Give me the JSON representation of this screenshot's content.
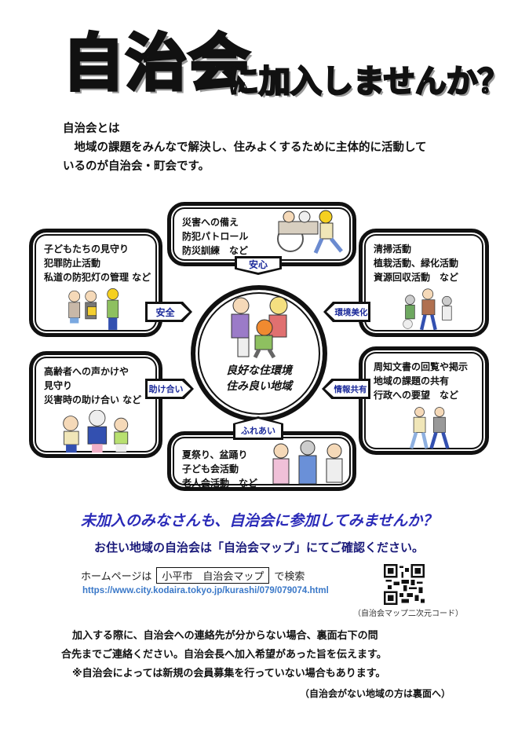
{
  "title": {
    "main": "自治会",
    "sub": "に加入しませんか？"
  },
  "intro": {
    "heading": "自治会とは",
    "line1": "　地域の課題をみんなで解決し、住みよくするために主体的に活動して",
    "line2": "いるのが自治会・町会です。"
  },
  "diagram": {
    "center": {
      "line1": "良好な住環境",
      "line2": "住み良い地域"
    },
    "boxes": {
      "anshin": {
        "tag": "安心",
        "lines": [
          "災害への備え",
          "防犯パトロール",
          "防災訓練　など"
        ]
      },
      "anzen": {
        "tag": "安全",
        "lines": [
          "子どもたちの見守り",
          "犯罪防止活動",
          "私道の防犯灯の管理 など"
        ]
      },
      "kankyo": {
        "tag": "環境美化",
        "lines": [
          "清掃活動",
          "植栽活動、緑化活動",
          "資源回収活動　など"
        ]
      },
      "tasukeai": {
        "tag": "助け合い",
        "lines": [
          "高齢者への声かけや",
          "見守り",
          "災害時の助け合い など"
        ]
      },
      "joho": {
        "tag": "情報共有",
        "lines": [
          "周知文書の回覧や掲示",
          "地域の課題の共有",
          "行政への要望　など"
        ]
      },
      "fureai": {
        "tag": "ふれあい",
        "lines": [
          "夏祭り、盆踊り",
          "子ども会活動",
          "老人会活動　など"
        ]
      }
    }
  },
  "cta": "未加入のみなさんも、自治会に参加してみませんか？",
  "map_note": "お住い地域の自治会は「自治会マップ」にてご確認ください。",
  "homepage": {
    "prefix": "ホームページは",
    "search_term": "小平市　自治会マップ",
    "suffix": "で検索",
    "url": "https://www.city.kodaira.tokyo.jp/kurashi/079/079074.html"
  },
  "qr_caption": "（自治会マップ二次元コード）",
  "body": [
    "加入する際に、自治会への連絡先が分からない場合、裏面右下の問",
    "合先までご連絡ください。自治会長へ加入希望があった旨を伝えます。",
    "※自治会によっては新規の会員募集を行っていない場合もあります。"
  ],
  "footer_note": "（自治会がない地域の方は裏面へ）",
  "colors": {
    "cta": "#2a2ab8",
    "tag": "#1b2a9a",
    "url": "#3a78c8"
  }
}
